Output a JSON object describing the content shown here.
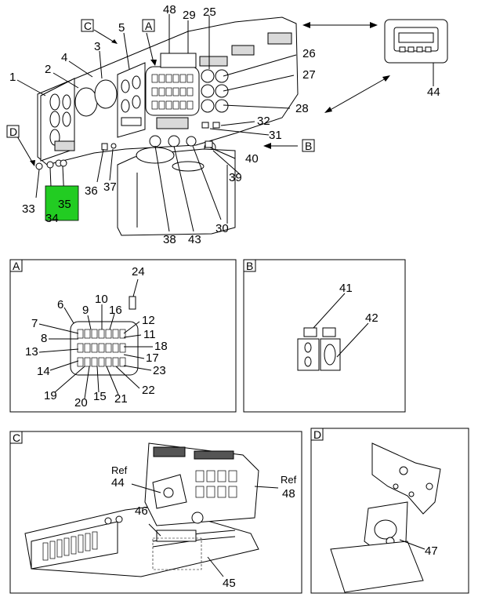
{
  "overview": {
    "callouts": [
      "48",
      "29",
      "25",
      "C",
      "A",
      "5",
      "3",
      "4",
      "2",
      "1",
      "26",
      "27",
      "28",
      "32",
      "31",
      "B",
      "40",
      "39",
      "D",
      "36",
      "37",
      "33",
      "34",
      "35",
      "38",
      "43",
      "30",
      "44"
    ]
  },
  "detail_a": {
    "title": "A",
    "callouts": [
      "24",
      "6",
      "9",
      "10",
      "16",
      "12",
      "7",
      "11",
      "8",
      "18",
      "13",
      "17",
      "14",
      "23",
      "19",
      "22",
      "20",
      "15",
      "21"
    ]
  },
  "detail_b": {
    "title": "B",
    "callouts": [
      "41",
      "42"
    ]
  },
  "detail_c": {
    "title": "C",
    "callouts": [
      "Ref",
      "44",
      "46",
      "Ref",
      "48",
      "45"
    ]
  },
  "detail_d": {
    "title": "D",
    "callouts": [
      "47"
    ]
  },
  "highlight": {
    "label": "35",
    "color": "#22cc22"
  }
}
